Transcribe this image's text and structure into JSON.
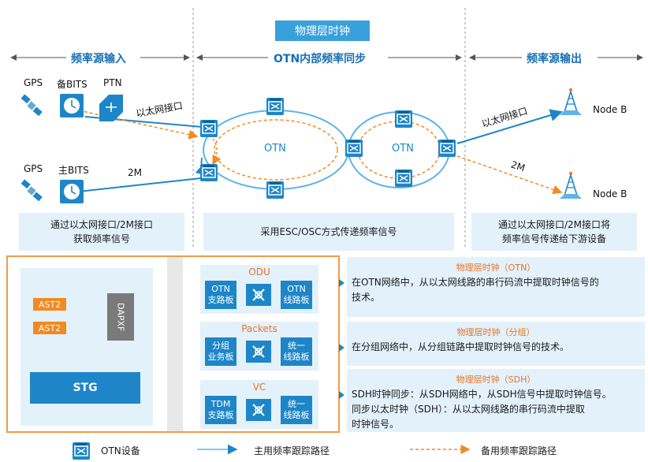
{
  "title": "物理层时钟",
  "sections": {
    "input": "频率源输入",
    "sync": "OTN内部频率同步",
    "output": "频率源输出"
  },
  "sources": {
    "gps_top": "GPS",
    "backup_bits": "备BITS",
    "ptn": "PTN",
    "gps_bottom": "GPS",
    "main_bits": "主BITS"
  },
  "links": {
    "eth_in": "以太网接口",
    "two_m_in": "2M",
    "eth_out": "以太网接口",
    "two_m_out": "2M"
  },
  "rings": {
    "left": "OTN",
    "right": "OTN"
  },
  "nodes": {
    "node_b_top": "Node B",
    "node_b_bottom": "Node B"
  },
  "info": {
    "left_line1": "通过以太网接口/2M接口",
    "left_line2": "获取频率信号",
    "middle": "采用ESC/OSC方式传递频率信号",
    "right_line1": "通过以太网接口/2M接口将",
    "right_line2": "频率信号传递给下游设备"
  },
  "board": {
    "ast_top": "AST2",
    "ast_bottom": "AST2",
    "dapxf": "DAPXF",
    "stg": "STG"
  },
  "groups": [
    {
      "title": "ODU",
      "left_line1": "OTN",
      "left_line2": "支路板",
      "right_line1": "OTN",
      "right_line2": "线路板"
    },
    {
      "title": "Packets",
      "left_line1": "分组",
      "left_line2": "业务板",
      "right_line1": "统一",
      "right_line2": "线路板"
    },
    {
      "title": "VC",
      "left_line1": "TDM",
      "left_line2": "支路板",
      "right_line1": "统一",
      "right_line2": "线路板"
    }
  ],
  "descriptions": [
    {
      "title": "物理层时钟（OTN）",
      "lines": [
        "在OTN网络中，从以太网线路的串行码流中提取时钟信号的",
        "技术。"
      ]
    },
    {
      "title": "物理层时钟（分组）",
      "lines": [
        "在分组网络中，从分组链路中提取时钟信号的技术。"
      ]
    },
    {
      "title": "物理层时钟（SDH）",
      "lines": [
        "SDH时钟同步：从SDH网络中，从SDH信号中提取时钟信号。",
        "同步以太时钟（SDH）：从以太网线路的串行码流中提取",
        "时钟信号。"
      ]
    }
  ],
  "legend": {
    "device": "OTN设备",
    "main_path": "主用频率跟踪路径",
    "backup_path": "备用频率跟踪路径"
  },
  "colors": {
    "primary_blue": "#1e86c8",
    "light_blue_bg": "#e3f1fa",
    "orange": "#f28a20",
    "title_blue": "#3aa0dc"
  }
}
